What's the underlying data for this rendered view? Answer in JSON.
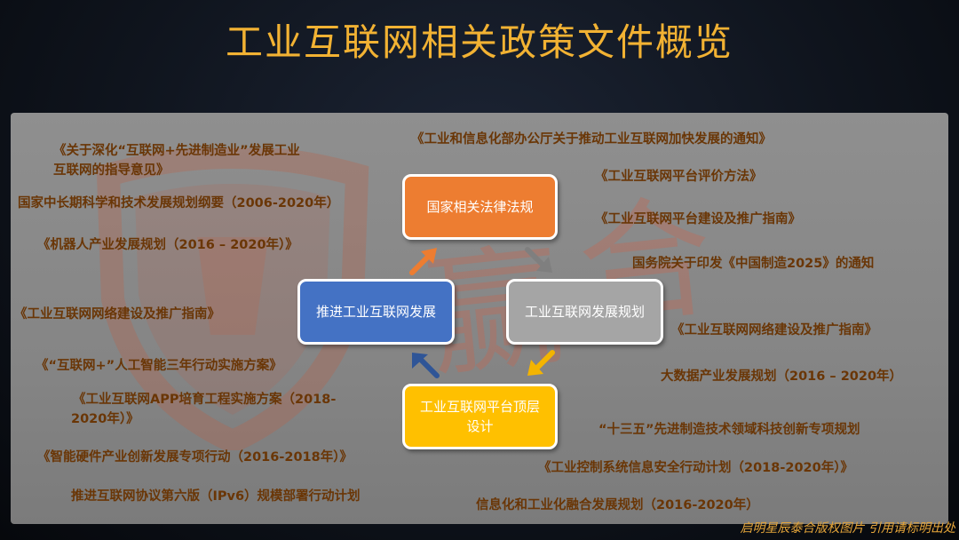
{
  "title": "工业互联网相关政策文件概览",
  "watermark": {
    "chars": [
      "赢",
      "合"
    ]
  },
  "center_boxes": {
    "national_laws": "国家相关法律法规",
    "promote": "推进工业互联网发展",
    "plan": "工业互联网发展规划",
    "top_design_line1": "工业互联网平台顶层",
    "top_design_line2": "设计"
  },
  "left_items": [
    "《关于深化“互联网+先进制造业”发展工业",
    "互联网的指导意见》",
    "国家中长期科学和技术发展规划纲要（2006-2020年）",
    "《机器人产业发展规划（2016 – 2020年）》",
    "《工业互联网网络建设及推广指南》",
    "《“互联网+”人工智能三年行动实施方案》",
    "《工业互联网APP培育工程实施方案（2018-",
    "2020年）》",
    "《智能硬件产业创新发展专项行动（2016-2018年）》",
    "推进互联网协议第六版（IPv6）规模部署行动计划"
  ],
  "right_items": [
    "《工业和信息化部办公厅关于推动工业互联网加快发展的通知》",
    "《工业互联网平台评价方法》",
    "《工业互联网平台建设及推广指南》",
    "国务院关于印发《中国制造2025》的通知",
    "《工业互联网网络建设及推广指南》",
    "大数据产业发展规划（2016 – 2020年）",
    "“十三五”先进制造技术领域科技创新专项规划",
    "《工业控制系统信息安全行动计划（2018-2020年）》",
    "信息化和工业化融合发展规划（2016-2020年）"
  ],
  "footer_note": "启明星辰泰合版权图片 引用请标明出处",
  "colors": {
    "title": "#f2b233",
    "item_text": "#6a3606",
    "box_orange": "#ed7d31",
    "box_blue": "#4472c4",
    "box_gray": "#a5a5a5",
    "box_yellow": "#ffc000",
    "arrow_orange": "#ed7d31",
    "arrow_gray": "#7f7f7f",
    "arrow_yellow": "#f4b400",
    "arrow_blue": "#2f5597"
  }
}
